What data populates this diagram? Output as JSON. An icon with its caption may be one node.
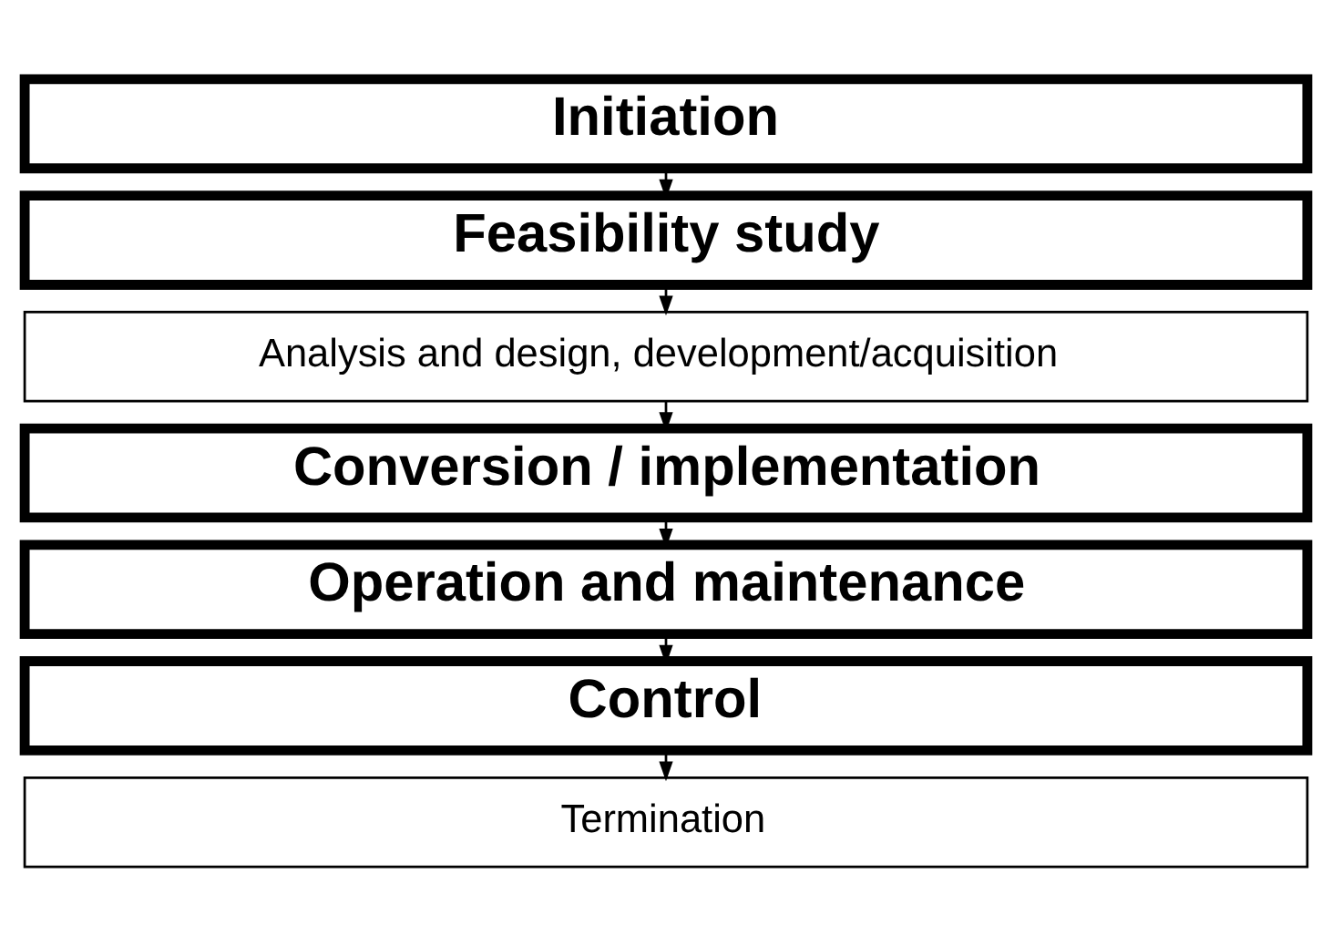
{
  "diagram": {
    "nodes": [
      {
        "text": [
          "Initiation"
        ]
      },
      {
        "text": [
          "Feasibility study"
        ]
      },
      {
        "text": [
          "Analysis and design, development/acquisition"
        ]
      },
      {
        "text": [
          "Conversion / implementation"
        ]
      },
      {
        "text": [
          "Operation and maintenance"
        ]
      },
      {
        "text": [
          "Control"
        ]
      },
      {
        "text": [
          "Termination"
        ]
      }
    ],
    "edges": [
      {
        "from": 0,
        "to": 1,
        "arrow": "to"
      },
      {
        "from": 1,
        "to": 2,
        "arrow": "to"
      },
      {
        "from": 2,
        "to": 3,
        "arrow": "to"
      },
      {
        "from": 3,
        "to": 4,
        "arrow": "to"
      },
      {
        "from": 4,
        "to": 5,
        "arrow": "to"
      },
      {
        "from": 5,
        "to": 6,
        "arrow": "to"
      }
    ]
  }
}
